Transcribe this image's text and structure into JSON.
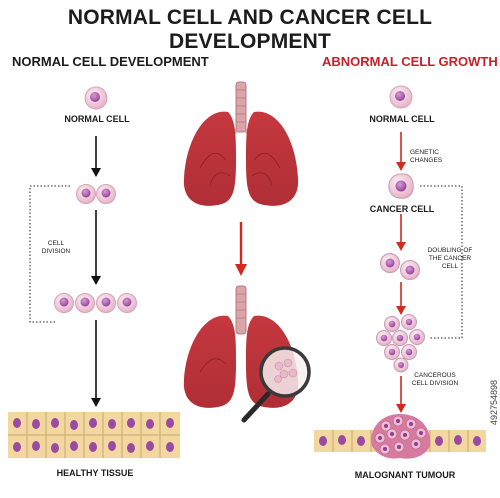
{
  "title": "NORMAL CELL AND CANCER CELL DEVELOPMENT",
  "left": {
    "heading": "NORMAL CELL DEVELOPMENT",
    "label_top": "NORMAL CELL",
    "label_side": "CELL DIVISION",
    "label_bottom": "HEALTHY TISSUE"
  },
  "right": {
    "heading": "ABNORMAL CELL GROWTH",
    "label_top": "NORMAL CELL",
    "step1": "GENETIC CHANGES",
    "label_cancer": "CANCER CELL",
    "step2_line1": "DOUBLING OF",
    "step2_line2": "THE CANCER CELL",
    "step3_line1": "CANCEROUS",
    "step3_line2": "CELL DIVISION",
    "label_bottom": "MALOGNANT TUMOUR"
  },
  "stock_id": "492754898",
  "colors": {
    "heading_red": "#c8202a",
    "arrow_red": "#d42a1e",
    "cell_pink": "#efc9d8",
    "nucleus": "#a34fa3",
    "lung": "#c9474d",
    "tissue": "#f2d8a0"
  }
}
